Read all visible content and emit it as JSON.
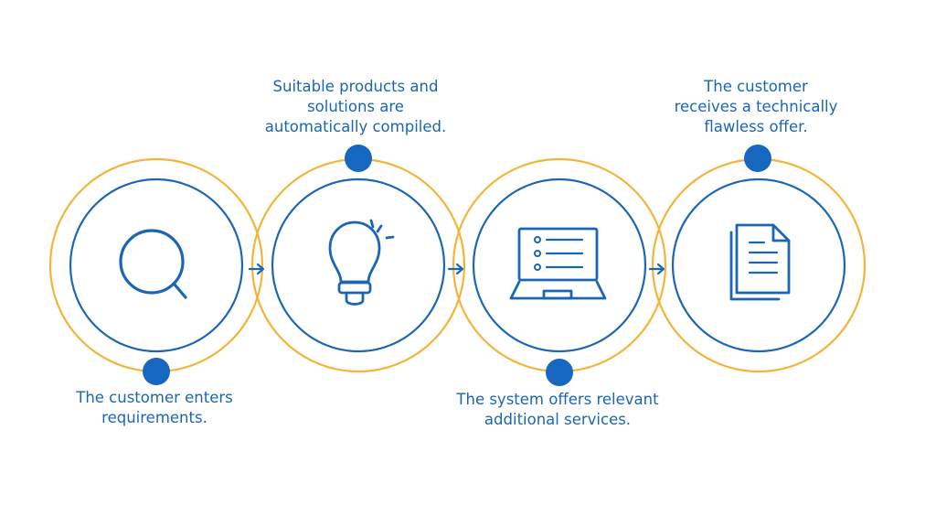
{
  "colors": {
    "outer_ring": "#f2b53a",
    "inner_ring": "#1a66b5",
    "dot": "#1667bf",
    "text": "#1a66b5",
    "arrow": "#1667bf"
  },
  "steps": [
    {
      "icon": "magnifier-icon",
      "caption": "The customer enters\nrequirements."
    },
    {
      "icon": "lightbulb-icon",
      "caption": "Suitable products and\nsolutions are\nautomatically compiled."
    },
    {
      "icon": "laptop-checklist-icon",
      "caption": "The system offers relevant\nadditional services."
    },
    {
      "icon": "documents-icon",
      "caption": "The customer\nreceives a technically\nflawless offer."
    }
  ]
}
